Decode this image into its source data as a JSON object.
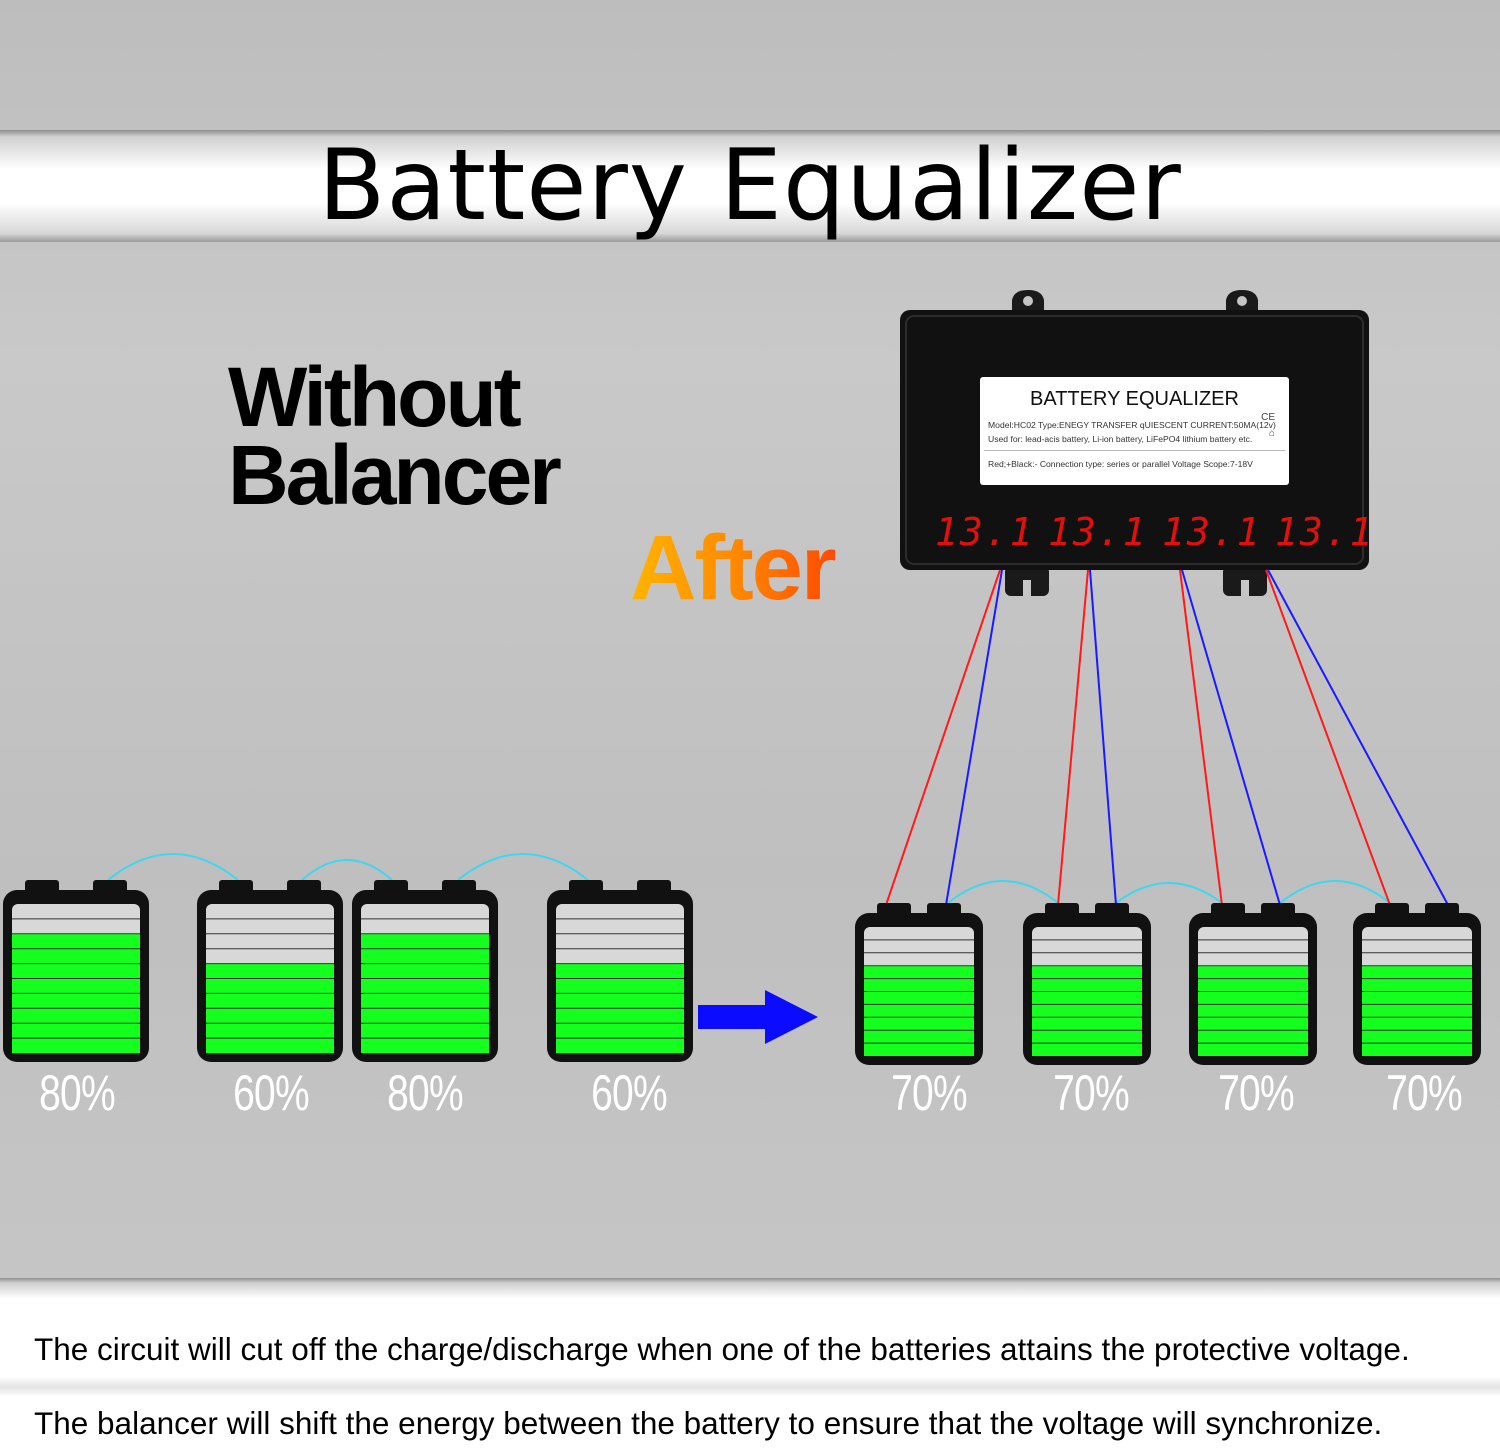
{
  "title": "Battery Equalizer",
  "without_label": [
    "Without",
    "Balancer"
  ],
  "after_label": "After",
  "device": {
    "label_title": "BATTERY EQUALIZER",
    "spec_line_1": "Model:HC02  Type:ENEGY TRANSFER  qUIESCENT CURRENT:50MA(12v)",
    "spec_line_2": "Used for: lead-acis battery, Li-ion battery, LiFePO4 lithium battery etc.",
    "spec_line_3": "Red;+Black:- Connection type: series or parallel Voltage Scope:7-18V",
    "ce_mark": "CE",
    "readouts": [
      "13.1",
      "13.1",
      "13.1",
      "13.1"
    ]
  },
  "batteries_without": [
    {
      "percent_label": "80%",
      "charge": 0.8
    },
    {
      "percent_label": "60%",
      "charge": 0.6
    },
    {
      "percent_label": "80%",
      "charge": 0.8
    },
    {
      "percent_label": "60%",
      "charge": 0.6
    }
  ],
  "batteries_after": [
    {
      "percent_label": "70%",
      "charge": 0.7
    },
    {
      "percent_label": "70%",
      "charge": 0.7
    },
    {
      "percent_label": "70%",
      "charge": 0.7
    },
    {
      "percent_label": "70%",
      "charge": 0.7
    }
  ],
  "colors": {
    "charge_fill": "#15ff1f",
    "empty_fill": "#d8d8d8",
    "battery_body": "#111111",
    "link_wire": "#3fd7f0",
    "positive_wire": "#ff1a1a",
    "negative_wire": "#1a1aff",
    "arrow": "#0b0bff",
    "readout": "#e2100c"
  },
  "captions": [
    "The circuit will cut off the charge/discharge when one of the batteries attains the protective voltage.",
    "The balancer will shift the energy between the battery to ensure that the voltage will synchronize."
  ]
}
